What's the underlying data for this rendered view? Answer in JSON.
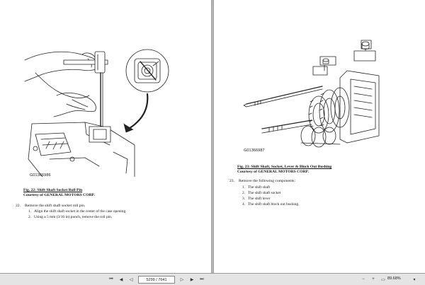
{
  "left_page": {
    "figure_id": "G01366986",
    "caption_title": "Fig. 22: Shift Shaft Socket Roll Pin",
    "caption_credit": "Courtesy of GENERAL MOTORS CORP.",
    "step_number": "22.",
    "step_text": "Remove the shift shaft socket roll pin.",
    "substeps": [
      {
        "num": "1.",
        "text": "Align the shift shaft socket in the center of the case opening."
      },
      {
        "num": "2.",
        "text": "Using a 5 mm (3/16 in) punch, remove the roll pin."
      }
    ]
  },
  "right_page": {
    "figure_id": "G01366987",
    "caption_title": "Fig. 23: Shift Shaft, Socket, Lever & Block Out Bushing",
    "caption_credit": "Courtesy of GENERAL MOTORS CORP.",
    "step_number": "23.",
    "step_text": "Remove the following components:",
    "substeps": [
      {
        "num": "1.",
        "text": "The shift shaft"
      },
      {
        "num": "2.",
        "text": "The shift shaft socket"
      },
      {
        "num": "3.",
        "text": "The shift lever"
      },
      {
        "num": "4.",
        "text": "The shift shaft block out bushing."
      }
    ]
  },
  "statusbar": {
    "page_indicator": "5299 / 7641",
    "zoom": "89.68%"
  },
  "icons": [
    "first-page-icon",
    "prev-page-icon",
    "next-page-icon",
    "last-page-icon",
    "back-icon",
    "forward-icon",
    "zoom-out-icon",
    "zoom-in-icon",
    "fit-icon"
  ]
}
